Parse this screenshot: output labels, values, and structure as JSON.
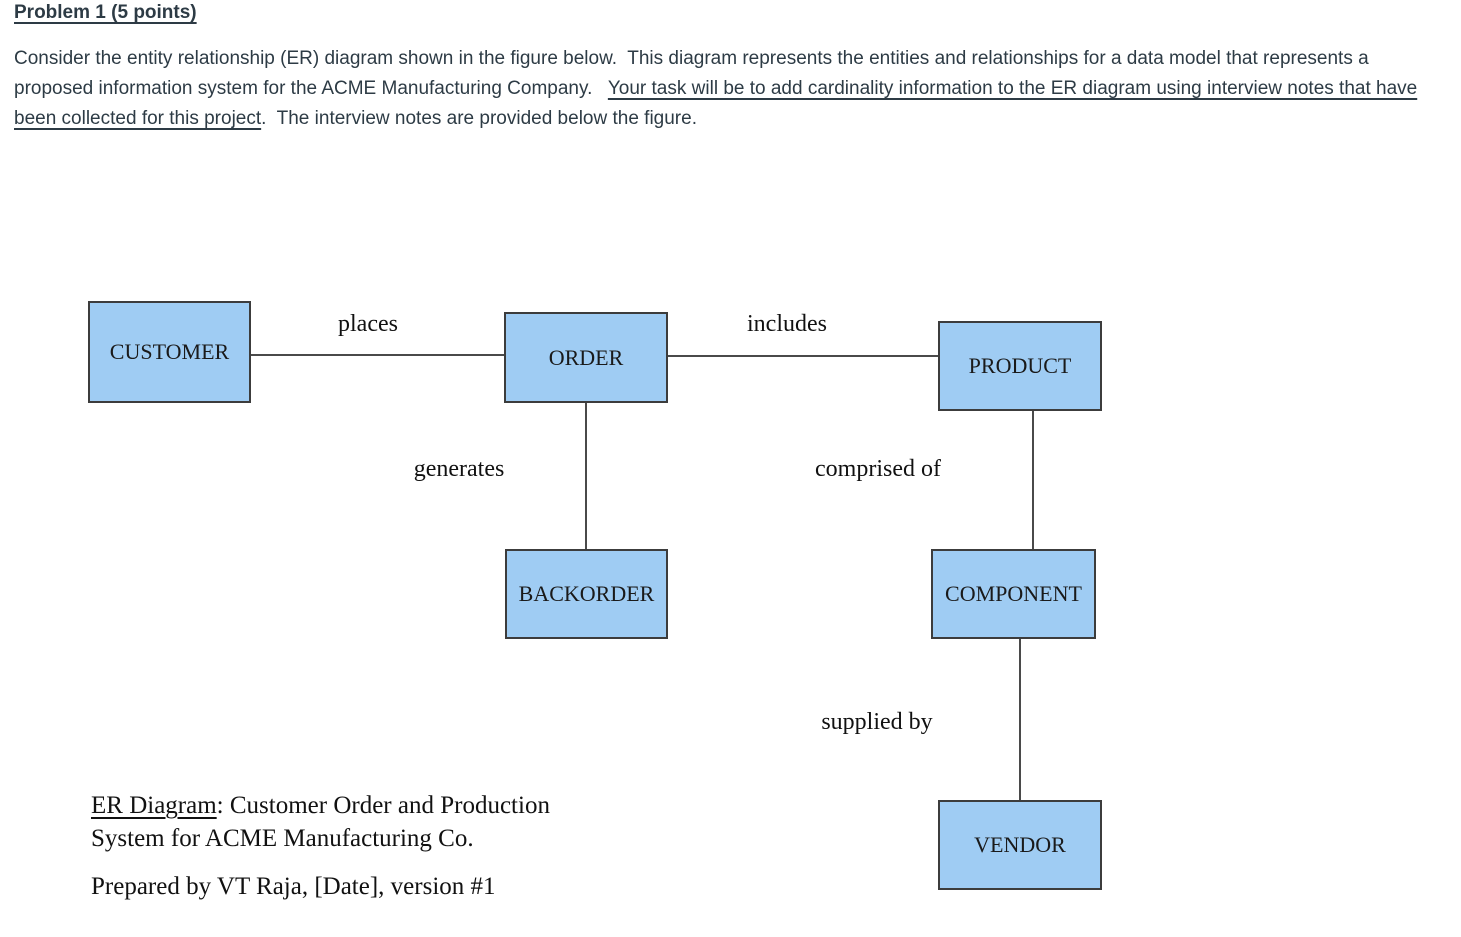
{
  "page": {
    "heading": "Problem 1 (5 points)",
    "paragraph": {
      "part1": "Consider the entity relationship (ER) diagram shown in the figure below.  This diagram represents the entities and relationships for a data model that represents a proposed information system for the ACME Manufacturing Company.   ",
      "underlined": "Your task will be to add cardinality information to the ER diagram using interview notes that have been collected for this project",
      "part2": ".  The interview notes are provided below the figure."
    }
  },
  "diagram": {
    "entities": {
      "customer": "CUSTOMER",
      "order": "ORDER",
      "product": "PRODUCT",
      "backorder": "BACKORDER",
      "component": "COMPONENT",
      "vendor": "VENDOR"
    },
    "relationships": {
      "places": "places",
      "includes": "includes",
      "generates": "generates",
      "comprised_of": "comprised of",
      "supplied_by": "supplied by"
    },
    "colors": {
      "entity_fill": "#9fccf3",
      "entity_border": "#3c3c3c",
      "connector_line": "#4a4a4a",
      "body_text": "#2d3b45",
      "diagram_text": "#111111"
    },
    "caption": {
      "title_underlined": "ER Diagram",
      "title_rest": ": Customer Order and Production",
      "title_line2": "System for ACME Manufacturing Co.",
      "prepared_by": "Prepared by VT Raja, [Date], version #1"
    }
  }
}
